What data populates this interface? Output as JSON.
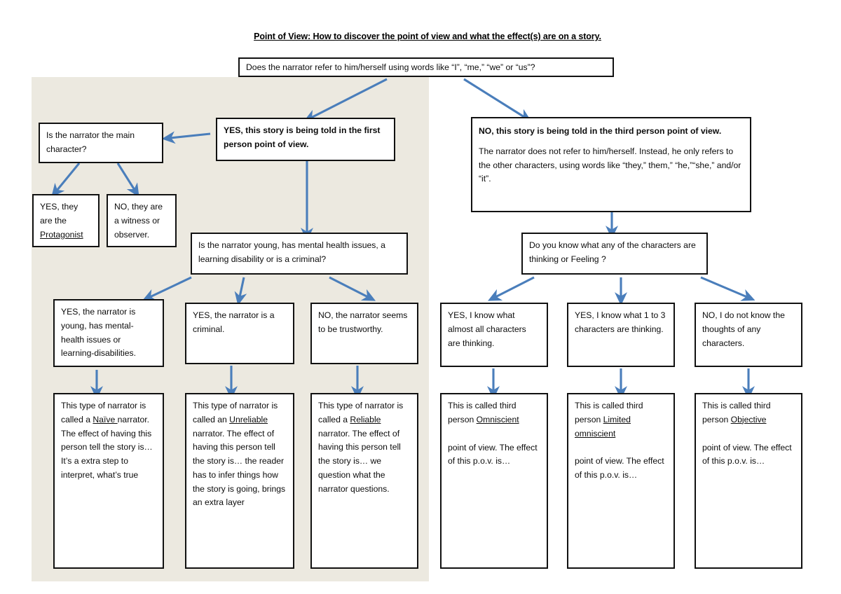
{
  "title": "Point of View: How to discover the point of view and what the effect(s) are on a story.",
  "colors": {
    "arrow": "#4a7ebb",
    "shaded_region": "#ece9e0",
    "box_border": "#111111",
    "box_fill": "#ffffff"
  },
  "chart_data": {
    "type": "diagram",
    "title": "Point of View: How to discover the point of view and what the effect(s) are on a story."
  },
  "nodes": {
    "root_question": "Does the narrator refer to him/herself using words like “I”, “me,” “we” or “us”?",
    "yes_first_person": "YES, this story is being told in the first  person point of view.",
    "no_third_person_heading": "NO, this story is being told in the  third person point of view.",
    "no_third_person_body": "The narrator does not refer to him/herself. Instead, he only refers to the other characters, using words like “they,” them,” “he,”“she,”  and/or “it”.",
    "narrator_main_character": "Is the narrator the main character?",
    "yes_protagonist_pre": "YES, they are the ",
    "yes_protagonist_term": "Protagonist",
    "no_witness": "NO, they are a witness or observer.",
    "narrator_young_question": "Is the narrator young, has mental health issues, a learning disability or is a criminal?",
    "thinking_feeling_question": "Do you know what any of the characters are thinking or Feeling ?",
    "yes_young": "YES, the narrator is young, has mental-health issues or learning-disabilities.",
    "yes_criminal": "YES, the narrator is a criminal.",
    "no_trustworthy": "NO, the narrator seems to be trustworthy.",
    "yes_almost_all": "YES, I know what almost all characters are thinking.",
    "yes_1_to_3": "YES, I know what 1 to 3 characters are thinking.",
    "no_thoughts": "NO, I do not know the thoughts of any characters.",
    "naive_pre": "This type of narrator is called a ",
    "naive_term": "Naïve ",
    "naive_post": "narrator. The effect of having this person tell the story is… It’s a extra step to interpret, what’s true",
    "unreliable_pre": "This type of narrator is called an ",
    "unreliable_term": "Unreliable",
    "unreliable_post": " narrator. The effect of having this person tell the story is… the reader has to infer things how the story is going, brings an extra layer",
    "reliable_pre": "This type of narrator is called a ",
    "reliable_term": "Reliable ",
    "reliable_post": "narrator. The effect of having this person tell the story is… we question what the narrator questions.",
    "omniscient_pre": "This is called third person ",
    "omniscient_term": "Omniscient",
    "omniscient_post": "point of view. The effect of this p.o.v. is…",
    "limited_pre": "This is called third person ",
    "limited_term": "Limited omniscient ",
    "limited_post": "point of view. The effect of this p.o.v. is…",
    "objective_pre": "This is called third person ",
    "objective_term": "Objective",
    "objective_post": "point of view. The effect of this p.o.v. is…"
  }
}
